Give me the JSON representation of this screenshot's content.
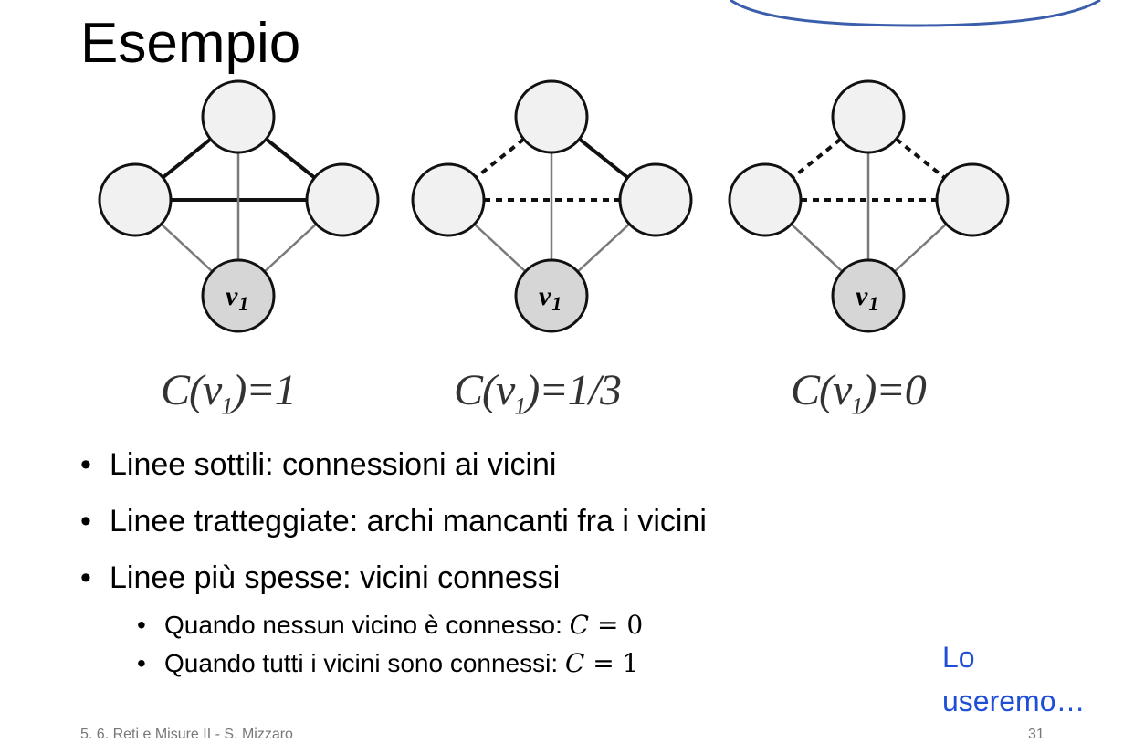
{
  "slide": {
    "title": "Esempio",
    "coefficients": [
      {
        "prefix": "C(v",
        "sub": "1",
        "suffix": ")=1"
      },
      {
        "prefix": "C(v",
        "sub": "1",
        "suffix": ")=1/3"
      },
      {
        "prefix": "C(v",
        "sub": "1",
        "suffix": ")=0"
      }
    ],
    "node_label": "v",
    "node_label_sub": "1",
    "bullets": [
      "Linee sottili: connessioni ai vicini",
      "Linee tratteggiate: archi mancanti fra i vicini",
      "Linee più spesse: vicini connessi"
    ],
    "sub_bullets": [
      {
        "text": "Quando nessun vicino è connesso: ",
        "math_var": "C",
        "math_rest": " = 0"
      },
      {
        "text": "Quando tutti i vicini sono connessi: ",
        "math_var": "C",
        "math_rest": " = 1"
      }
    ],
    "note": "Lo\nuseremo…",
    "footer": "5. 6. Reti e Misure II - S. Mizzaro",
    "page_number": "31"
  },
  "colors": {
    "node_fill": "#f1f1f1",
    "center_node_fill": "#d6d6d6",
    "thick_edge": "#111111",
    "thin_edge": "#7a7a7a",
    "callout_stroke": "#3b5eab",
    "note_text": "#1f4fd6"
  }
}
